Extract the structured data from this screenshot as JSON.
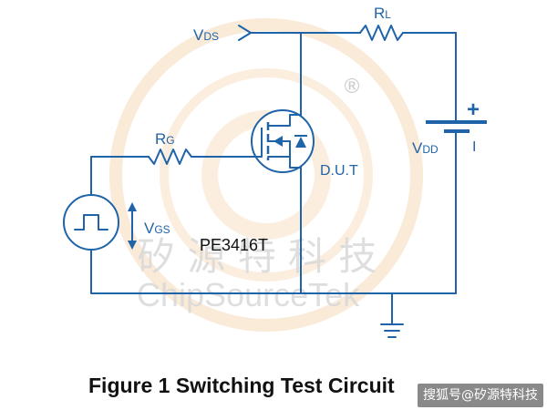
{
  "labels": {
    "vds": {
      "main": "V",
      "sub": "DS"
    },
    "rl": {
      "main": "R",
      "sub": "L"
    },
    "vdd": {
      "main": "V",
      "sub": "DD"
    },
    "rg": {
      "main": "R",
      "sub": "G"
    },
    "vgs": {
      "main": "V",
      "sub": "GS"
    },
    "dut": "D.U.T",
    "plus": "+",
    "minus": "I",
    "registered": "®"
  },
  "part_number": "PE3416T",
  "caption": "Figure 1 Switching Test Circuit",
  "watermark": {
    "chinese": "矽 源 特 科 技",
    "latin": "ChipSourceTek"
  },
  "source_badge": "搜狐号@矽源特科技",
  "colors": {
    "wire": "#1f63a8",
    "watermark_ring": "#f6d9b8",
    "watermark_text": "#d9d9d9"
  }
}
